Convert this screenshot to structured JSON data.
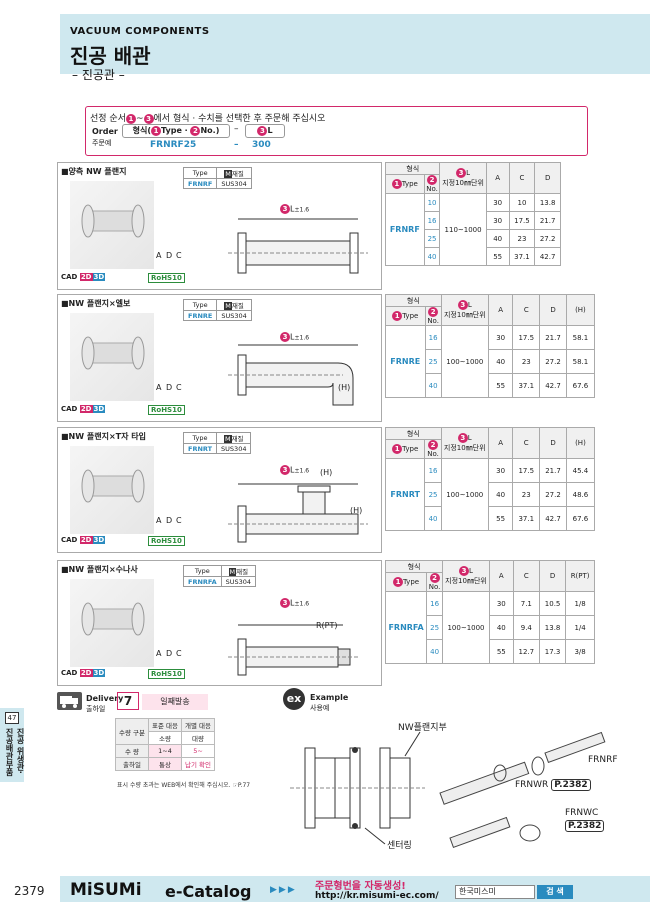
{
  "header": {
    "subtitle": "VACUUM COMPONENTS",
    "title": "진공 배관",
    "category": "– 진공관 –"
  },
  "order": {
    "instruction_pre": "선정 순서",
    "instruction_mid": "~",
    "instruction_post": "에서 형식 · 수치를 선택한 후 주문해 주십시오",
    "order_en": "Order",
    "order_ko": "주문예",
    "field1_pre": "형식(",
    "field1_type": "Type · ",
    "field1_no": "No.)",
    "field2": "L",
    "dash": "–",
    "example_code": "FRNRF25",
    "example_dash": "–",
    "example_len": "300"
  },
  "type_table_headers": {
    "type": "Type",
    "material": "재질",
    "material_mark": "M"
  },
  "sections": [
    {
      "title": "■양측 NW 플랜지",
      "type_code": "FRNRF",
      "material": "SUS304",
      "dim_label": "L",
      "dim_tol": "±1.6",
      "dims": [
        "A",
        "D",
        "C"
      ],
      "cad": "CAD",
      "cad2d": "2D",
      "cad3d": "3D",
      "rohs": "RoHS10"
    },
    {
      "title": "■NW 플랜지×엘보",
      "type_code": "FRNRE",
      "material": "SUS304",
      "dim_label": "L",
      "dim_tol": "±1.6",
      "dims": [
        "A",
        "D",
        "C",
        "(H)"
      ],
      "cad": "CAD",
      "cad2d": "2D",
      "cad3d": "3D",
      "rohs": "RoHS10"
    },
    {
      "title": "■NW 플랜지×T자 타입",
      "type_code": "FRNRT",
      "material": "SUS304",
      "dim_label": "L",
      "dim_tol": "±1.6",
      "dims": [
        "A",
        "D",
        "C",
        "(H)",
        "(H)"
      ],
      "cad": "CAD",
      "cad2d": "2D",
      "cad3d": "3D",
      "rohs": "RoHS10"
    },
    {
      "title": "■NW 플랜지×수나사",
      "type_code": "FRNRFA",
      "material": "SUS304",
      "dim_label": "L",
      "dim_tol": "±1.6",
      "dims": [
        "A",
        "D",
        "C",
        "R(PT)"
      ],
      "cad": "CAD",
      "cad2d": "2D",
      "cad3d": "3D",
      "rohs": "RoHS10"
    }
  ],
  "spec_headers": {
    "form": "형식",
    "type": "Type",
    "no": "No.",
    "length": "L",
    "length_unit": "지정10㎜단위",
    "A": "A",
    "C": "C",
    "D": "D",
    "H": "(H)",
    "R": "R(PT)"
  },
  "specs": [
    {
      "type": "FRNRF",
      "range": "110~1000",
      "extra_col": "",
      "rows": [
        {
          "no": "10",
          "A": "30",
          "C": "10",
          "D": "13.8"
        },
        {
          "no": "16",
          "A": "30",
          "C": "17.5",
          "D": "21.7"
        },
        {
          "no": "25",
          "A": "40",
          "C": "23",
          "D": "27.2"
        },
        {
          "no": "40",
          "A": "55",
          "C": "37.1",
          "D": "42.7"
        }
      ]
    },
    {
      "type": "FRNRE",
      "range": "100~1000",
      "extra_col": "(H)",
      "rows": [
        {
          "no": "16",
          "A": "30",
          "C": "17.5",
          "D": "21.7",
          "X": "58.1"
        },
        {
          "no": "25",
          "A": "40",
          "C": "23",
          "D": "27.2",
          "X": "58.1"
        },
        {
          "no": "40",
          "A": "55",
          "C": "37.1",
          "D": "42.7",
          "X": "67.6"
        }
      ]
    },
    {
      "type": "FRNRT",
      "range": "100~1000",
      "extra_col": "(H)",
      "rows": [
        {
          "no": "16",
          "A": "30",
          "C": "17.5",
          "D": "21.7",
          "X": "45.4"
        },
        {
          "no": "25",
          "A": "40",
          "C": "23",
          "D": "27.2",
          "X": "48.6"
        },
        {
          "no": "40",
          "A": "55",
          "C": "37.1",
          "D": "42.7",
          "X": "67.6"
        }
      ]
    },
    {
      "type": "FRNRFA",
      "range": "100~1000",
      "extra_col": "R(PT)",
      "rows": [
        {
          "no": "16",
          "A": "30",
          "C": "7.1",
          "D": "10.5",
          "X": "1/8"
        },
        {
          "no": "25",
          "A": "40",
          "C": "9.4",
          "D": "13.8",
          "X": "1/4"
        },
        {
          "no": "40",
          "A": "55",
          "C": "12.7",
          "D": "17.3",
          "X": "3/8"
        }
      ]
    }
  ],
  "delivery": {
    "label_en": "Delivery",
    "label_ko": "출하일",
    "days": "7",
    "days_label": "일째발송",
    "table": {
      "h0": "수량 구분",
      "h1": "표준 대응",
      "h1b": "소량",
      "h2": "개별 대응",
      "h2b": "대량",
      "r1": "수 량",
      "r1a": "1~4",
      "r1b": "5~",
      "r2": "출하일",
      "r2a": "통상",
      "r2b": "납기 확인"
    },
    "note": "표시 수량 초과는 WEB에서 확인해 주십시오. ☞P.77"
  },
  "example": {
    "badge": "ex",
    "label_en": "Example",
    "label_ko": "사용예",
    "nw_label": "NW플랜지부",
    "center_label": "센터링",
    "frnrf": "FRNRF",
    "frnwr": "FRNWR",
    "frnwr_page": "P.2382",
    "frnwc": "FRNWC",
    "frnwc_page": "P.2382"
  },
  "side_tab": {
    "badge": "47",
    "text": "진공 위생관·진공배관부품"
  },
  "footer": {
    "page": "2379",
    "logo": "MiSUMi",
    "catalog": "e-Catalog",
    "arrows": "▶▶▶",
    "title": "주문형번을 자동생성!",
    "url": "http://kr.misumi-ec.com/",
    "search_value": "한국미스미",
    "search_btn": "검 색"
  }
}
